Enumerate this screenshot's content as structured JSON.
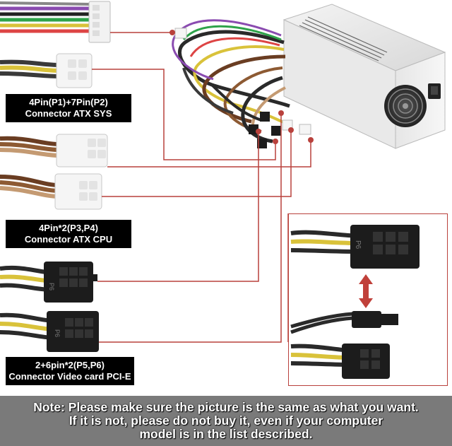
{
  "labels": {
    "sys": {
      "line1": "4Pin(P1)+7Pin(P2)",
      "line2": "Connector ATX SYS"
    },
    "cpu": {
      "line1": "4Pin*2(P3,P4)",
      "line2": "Connector ATX CPU"
    },
    "pcie": {
      "line1": "2+6pin*2(P5,P6)",
      "line2": "Connector Video card PCI-E"
    }
  },
  "connector_marks": {
    "p6_a": "P6",
    "p6_b": "P6",
    "p6_c": "P6"
  },
  "note": {
    "line1": "Note: Please make sure the picture is the same as what you want.",
    "line2": "If it is not, please do not buy it, even if your computer",
    "line3": "model is in the list described."
  },
  "colors": {
    "leader_line": "#b9413c",
    "note_bg": "#7a7a7a",
    "label_bg": "#000000",
    "arrow": "#c0403a"
  },
  "icons": [
    "power-supply-unit",
    "connector-plug",
    "double-arrow"
  ]
}
